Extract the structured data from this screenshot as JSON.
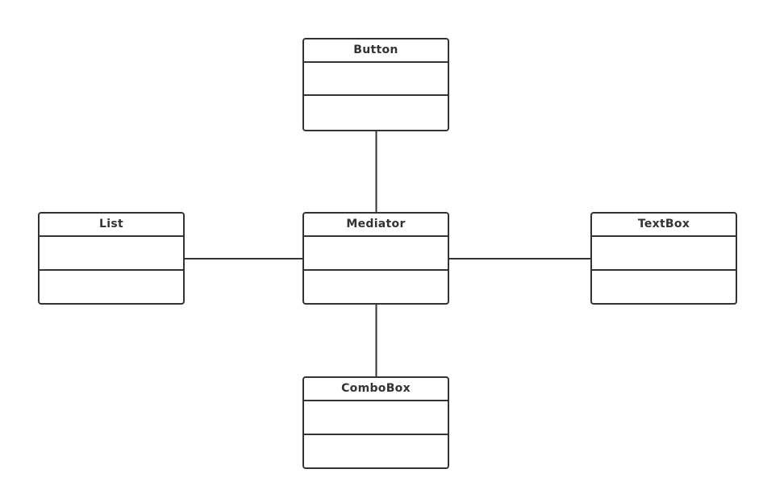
{
  "diagram": {
    "classes": [
      {
        "id": "button",
        "name": "Button"
      },
      {
        "id": "list",
        "name": "List"
      },
      {
        "id": "mediator",
        "name": "Mediator"
      },
      {
        "id": "textbox",
        "name": "TextBox"
      },
      {
        "id": "combobox",
        "name": "ComboBox"
      }
    ],
    "associations": [
      {
        "from": "mediator",
        "to": "button"
      },
      {
        "from": "mediator",
        "to": "list"
      },
      {
        "from": "mediator",
        "to": "textbox"
      },
      {
        "from": "mediator",
        "to": "combobox"
      }
    ],
    "line_color": "#333333",
    "background_color": "#ffffff"
  }
}
